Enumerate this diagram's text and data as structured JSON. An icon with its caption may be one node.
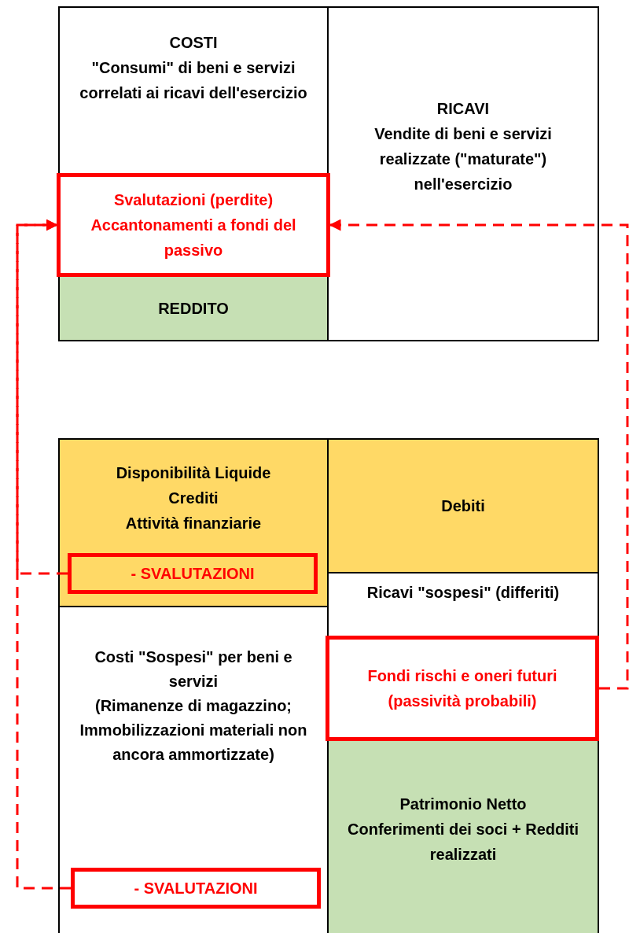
{
  "diagram": {
    "nodes": [
      {
        "text": [
          "COSTI",
          "\"Consumi\" di beni e servizi correlati ai ricavi dell'esercizio"
        ]
      },
      {
        "text": [
          "Svalutazioni (perdite) Accantonamenti a fondi del passivo"
        ]
      },
      {
        "text": [
          "REDDITO"
        ]
      },
      {
        "text": [
          "RICAVI",
          "Vendite di beni e servizi realizzate (\"maturate\") nell'esercizio"
        ]
      },
      {
        "text": [
          "Disponibilità Liquide",
          "Crediti",
          "Attività finanziarie"
        ]
      },
      {
        "text": [
          "- SVALUTAZIONI"
        ],
        "in": 4
      },
      {
        "text": [
          "Costi \"Sospesi\" per beni e servizi",
          "(Rimanenze di magazzino; Immobilizzazioni materiali non ancora ammortizzate)"
        ]
      },
      {
        "text": [
          "- SVALUTAZIONI"
        ],
        "in": 6
      },
      {
        "text": [
          "Debiti"
        ]
      },
      {
        "text": [
          "Ricavi \"sospesi\" (differiti)"
        ]
      },
      {
        "text": [
          "Fondi rischi e oneri futuri (passività probabili)"
        ]
      },
      {
        "text": [
          "Patrimonio Netto",
          "Conferimenti dei soci + Redditi realizzati"
        ]
      }
    ],
    "edges": [
      {
        "from": 5,
        "to": 1,
        "arrow": "to",
        "style": "dashed"
      },
      {
        "from": 7,
        "to": 1,
        "arrow": "to",
        "style": "dashed"
      },
      {
        "from": 10,
        "to": 1,
        "arrow": "to",
        "style": "dashed"
      }
    ]
  }
}
